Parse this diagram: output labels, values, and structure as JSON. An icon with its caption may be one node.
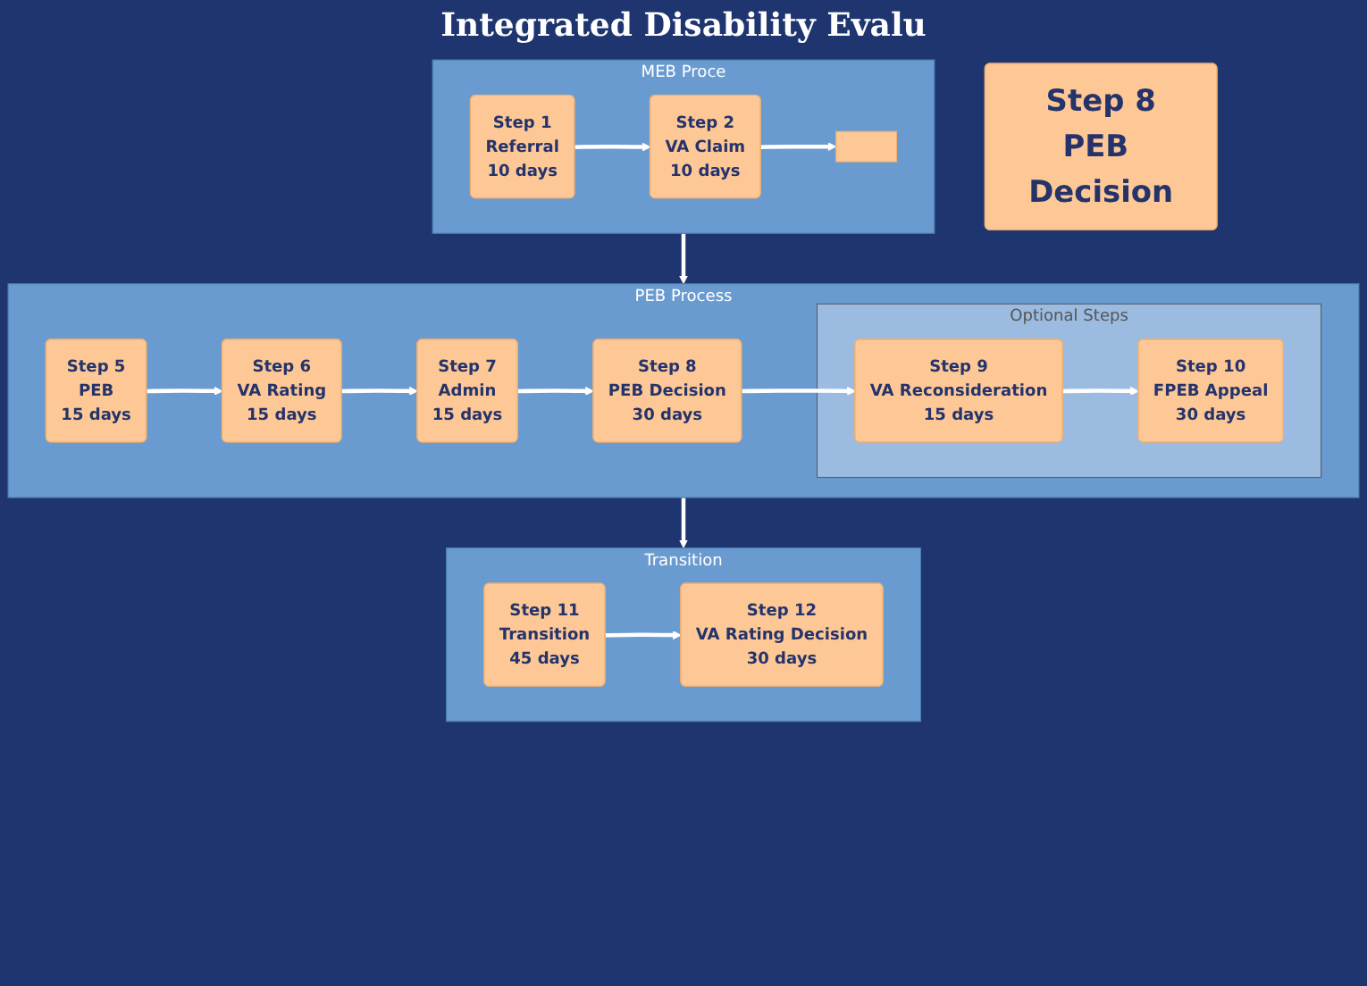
{
  "diagram": {
    "title": "Integrated Disability Evalu",
    "nodes": [
      {
        "text": [
          "MEB Proce"
        ]
      },
      {
        "text": [
          "Step 1",
          "Referral",
          "10 days"
        ],
        "in": 0
      },
      {
        "text": [
          "Step 2",
          "VA Claim",
          "10 days"
        ],
        "in": 0
      },
      {
        "text": [],
        "shape": "box",
        "in": 0
      },
      {
        "text": [
          "PEB Process"
        ]
      },
      {
        "text": [
          "Step 5",
          "PEB",
          "15 days"
        ],
        "in": 4
      },
      {
        "text": [
          "Step 6",
          "VA Rating",
          "15 days"
        ],
        "in": 4
      },
      {
        "text": [
          "Step 7",
          "Admin",
          "15 days"
        ],
        "in": 4
      },
      {
        "text": [
          "Step 8",
          "PEB Decision",
          "30 days"
        ],
        "in": 4
      },
      {
        "text": [
          "Optional Steps"
        ],
        "in": 4
      },
      {
        "text": [
          "Step 9",
          "VA Reconsideration",
          "15 days"
        ],
        "in": 9
      },
      {
        "text": [
          "Step 10",
          "FPEB Appeal",
          "30 days"
        ],
        "in": 9
      },
      {
        "text": [
          "Transition"
        ]
      },
      {
        "text": [
          "Step 11",
          "Transition",
          "45 days"
        ],
        "in": 12
      },
      {
        "text": [
          "Step 12",
          "VA Rating Decision",
          "30 days"
        ],
        "in": 12
      },
      {
        "text": [
          "Step 8",
          "PEB Decision"
        ]
      }
    ],
    "edges": [
      {
        "from": 1,
        "to": 2,
        "arrow": "to"
      },
      {
        "from": 2,
        "to": 3,
        "arrow": "to"
      },
      {
        "from": 0,
        "to": 4,
        "arrow": "to"
      },
      {
        "from": 5,
        "to": 6,
        "arrow": "to"
      },
      {
        "from": 6,
        "to": 7,
        "arrow": "to"
      },
      {
        "from": 7,
        "to": 8,
        "arrow": "to"
      },
      {
        "from": 8,
        "to": 10,
        "arrow": "to"
      },
      {
        "from": 10,
        "to": 11,
        "arrow": "to"
      },
      {
        "from": 4,
        "to": 12,
        "arrow": "to"
      },
      {
        "from": 13,
        "to": 14,
        "arrow": "to"
      }
    ]
  }
}
